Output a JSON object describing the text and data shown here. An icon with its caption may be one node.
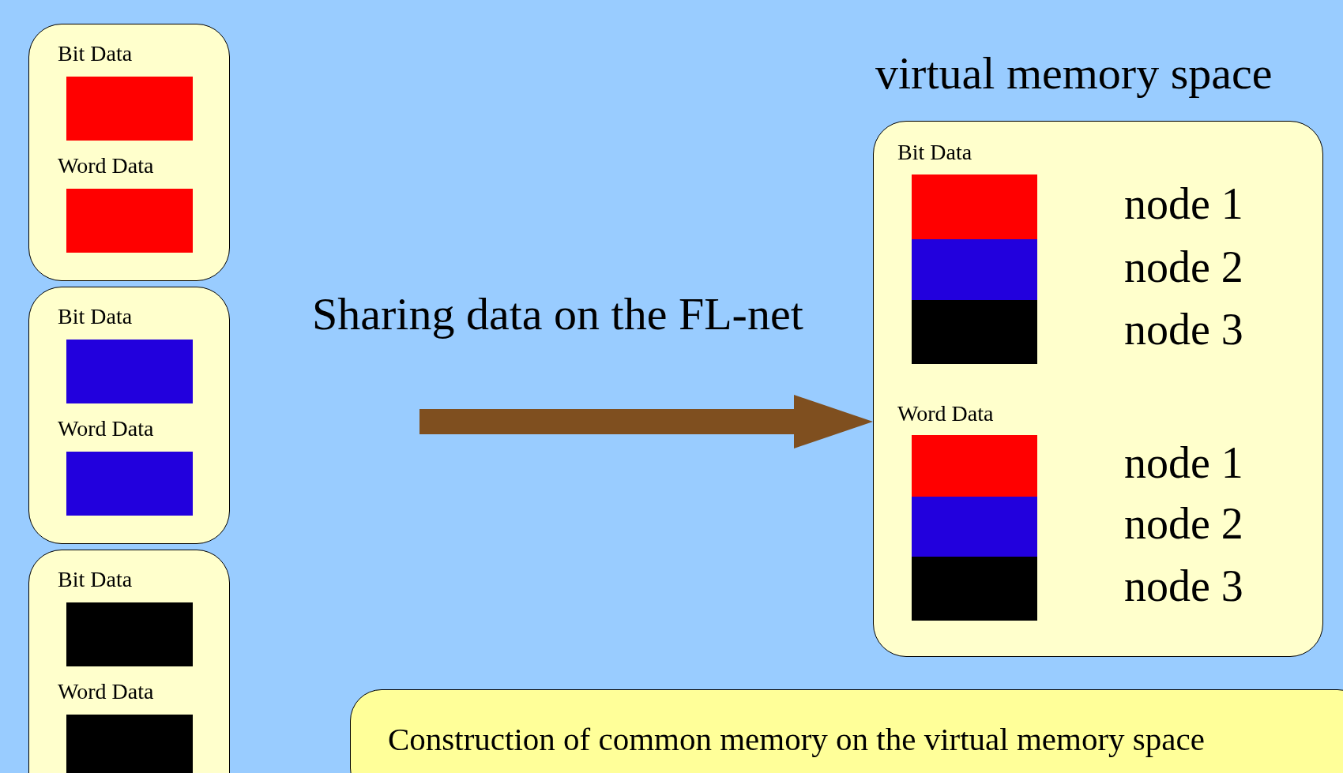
{
  "diagram": {
    "nodes": [
      {
        "text": [
          "Bit Data",
          "Word Data"
        ]
      },
      {
        "text": [],
        "shape": "box",
        "in": 0
      },
      {
        "text": [],
        "shape": "box",
        "in": 0
      },
      {
        "text": [
          "Bit Data",
          "Word Data"
        ]
      },
      {
        "text": [],
        "shape": "box",
        "in": 3
      },
      {
        "text": [],
        "shape": "box",
        "in": 3
      },
      {
        "text": [
          "Bit Data",
          "Word Data"
        ]
      },
      {
        "text": [],
        "shape": "box",
        "in": 6
      },
      {
        "text": [],
        "shape": "box",
        "in": 6
      },
      {
        "text": [
          "virtual memory space",
          "Bit Data",
          "Word Data"
        ]
      },
      {
        "text": [],
        "shape": "box",
        "in": 9,
        "beside": [
          "node 1"
        ]
      },
      {
        "text": [],
        "shape": "box",
        "in": 9,
        "beside": [
          "node 2"
        ]
      },
      {
        "text": [],
        "shape": "box",
        "in": 9,
        "beside": [
          "node 3"
        ]
      },
      {
        "text": [],
        "shape": "box",
        "in": 9,
        "beside": [
          "node 1"
        ]
      },
      {
        "text": [],
        "shape": "box",
        "in": 9,
        "beside": [
          "node 2"
        ]
      },
      {
        "text": [],
        "shape": "box",
        "in": 9,
        "beside": [
          "node 3"
        ]
      },
      {
        "text": [
          "Construction of common memory on the virtual memory space"
        ]
      }
    ],
    "edges": [
      {
        "from": null,
        "to": 9,
        "arrow": "to",
        "label": "Sharing data on the FL-net"
      }
    ]
  }
}
